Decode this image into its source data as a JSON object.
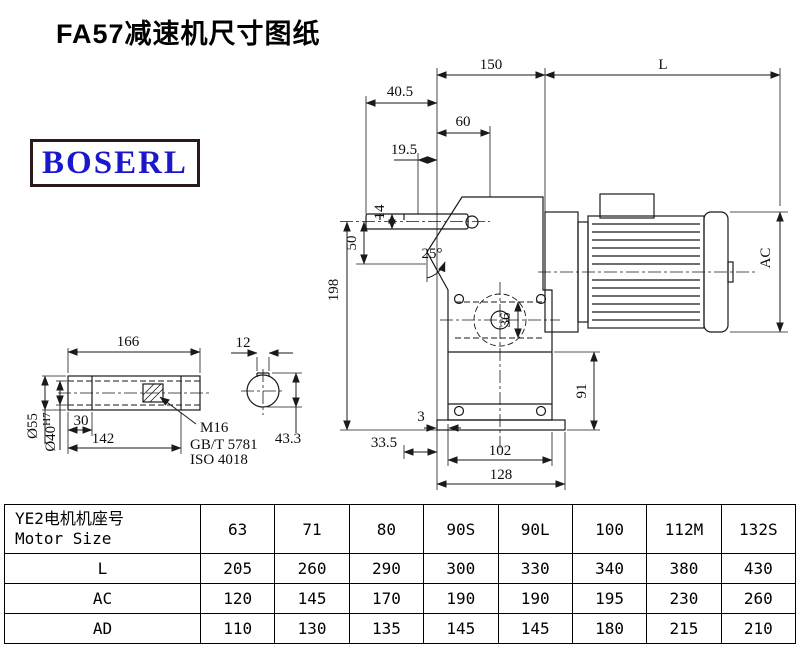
{
  "page": {
    "title": "FA57减速机尺寸图纸"
  },
  "logo": {
    "text": "BOSERL"
  },
  "dims": {
    "d150": "150",
    "L": "L",
    "d40_5": "40.5",
    "d60": "60",
    "d19_5": "19.5",
    "d50": "50",
    "d14": "14",
    "angle25": "25°",
    "d198": "198",
    "d36": "36",
    "d91": "91",
    "ac": "AC",
    "d3": "3",
    "d33_5": "33.5",
    "d102": "102",
    "d128": "128"
  },
  "shaft": {
    "d166": "166",
    "d12": "12",
    "d30": "30",
    "d142": "142",
    "dia55": "Ø55",
    "dia40_base": "Ø40",
    "dia40_sup": "H7",
    "m16": "M16",
    "gb": "GB/T 5781",
    "iso": "ISO 4018",
    "d43_3": "43.3"
  },
  "table": {
    "header_cn": "YE2电机机座号",
    "header_en": "Motor Size",
    "sizes": [
      "63",
      "71",
      "80",
      "90S",
      "90L",
      "100",
      "112M",
      "132S"
    ],
    "rows": [
      {
        "label": "L",
        "values": [
          "205",
          "260",
          "290",
          "300",
          "330",
          "340",
          "380",
          "430"
        ]
      },
      {
        "label": "AC",
        "values": [
          "120",
          "145",
          "170",
          "190",
          "190",
          "195",
          "230",
          "260"
        ]
      },
      {
        "label": "AD",
        "values": [
          "110",
          "130",
          "135",
          "145",
          "145",
          "180",
          "215",
          "210"
        ]
      }
    ]
  }
}
